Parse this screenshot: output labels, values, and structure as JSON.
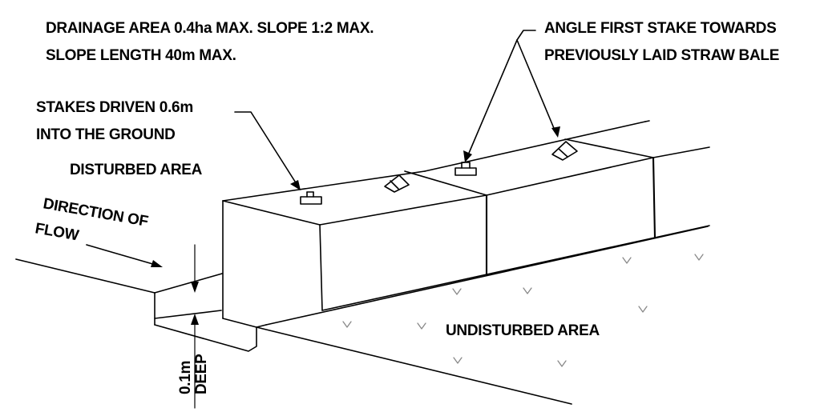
{
  "labels": {
    "drainage_line1": "DRAINAGE AREA 0.4ha MAX. SLOPE 1:2 MAX.",
    "drainage_line2": "SLOPE LENGTH 40m MAX.",
    "angle_line1": "ANGLE FIRST STAKE TOWARDS",
    "angle_line2": "PREVIOUSLY LAID STRAW BALE",
    "stakes_line1": "STAKES DRIVEN 0.6m",
    "stakes_line2": "INTO THE GROUND",
    "disturbed_area": "DISTURBED AREA",
    "direction_line1": "DIRECTION OF",
    "direction_line2": "FLOW",
    "undisturbed_area": "UNDISTURBED AREA",
    "depth_value": "0.1m",
    "depth_word": "DEEP"
  },
  "colors": {
    "ink": "#000000",
    "ground_arrows": "#888888",
    "background": "#ffffff"
  }
}
